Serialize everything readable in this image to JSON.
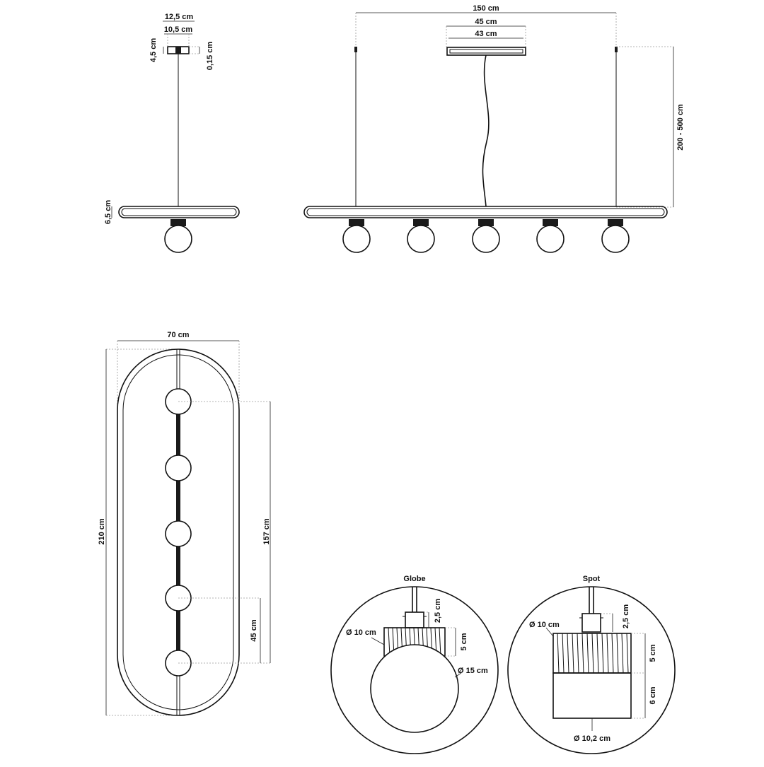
{
  "side_view": {
    "canopy_width_outer": "12,5 cm",
    "canopy_width_inner": "10,5 cm",
    "canopy_height": "4,5 cm",
    "canopy_plate": "0,15 cm",
    "bar_thickness": "6,5 cm"
  },
  "front_view": {
    "total_length": "150 cm",
    "canopy_outer": "45 cm",
    "canopy_inner": "43 cm",
    "suspension_height": "200 - 500 cm"
  },
  "top_view": {
    "width": "70 cm",
    "length": "210 cm",
    "light_span": "157 cm",
    "light_spacing": "45 cm"
  },
  "globe_detail": {
    "title": "Globe",
    "connector_height": "2,5 cm",
    "holder_diameter": "Ø 10 cm",
    "holder_height": "5 cm",
    "globe_diameter": "Ø 15 cm"
  },
  "spot_detail": {
    "title": "Spot",
    "connector_height": "2,5 cm",
    "holder_diameter": "Ø 10 cm",
    "holder_height": "5 cm",
    "shade_height": "6 cm",
    "shade_diameter": "Ø 10,2 cm"
  }
}
